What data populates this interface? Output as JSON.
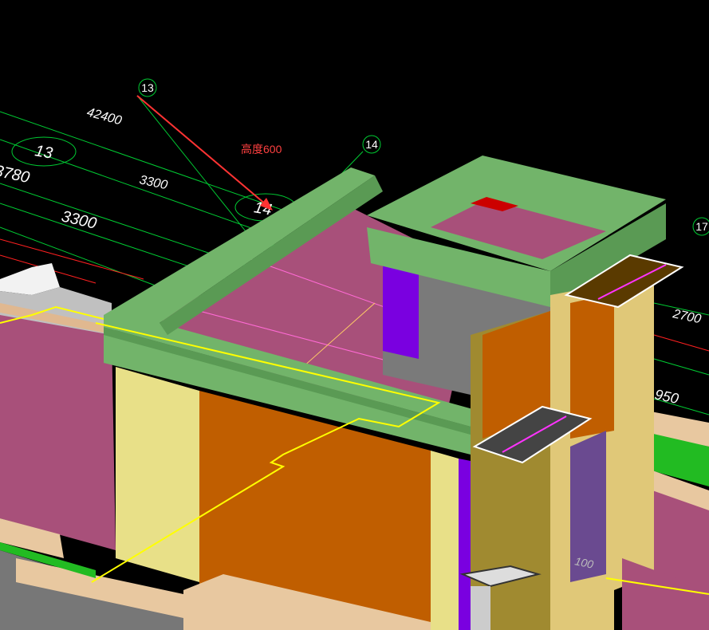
{
  "scene": {
    "annotation": {
      "text": "高度600",
      "color": "#ff4040"
    },
    "axis_markers": [
      {
        "label": "13"
      },
      {
        "label": "14"
      },
      {
        "label": "17"
      }
    ],
    "dimensions": {
      "total": "42400",
      "d_3780": "3780",
      "d_3300_a": "3300",
      "d_3300_b": "3300",
      "d_2700": "2700",
      "d_950": "950",
      "d_100": "100",
      "circled_13": "13",
      "circled_14": "14"
    },
    "colors": {
      "background": "#000000",
      "grid_line": "#00cc33",
      "axis_line": "#ff2020",
      "parapet": "#72b46a",
      "roof": "#a8507a",
      "wall_yellow": "#e8e088",
      "wall_orange": "#c05e00",
      "purple": "#7a00e0",
      "gray": "#7a7a7a",
      "outline": "#ffff00"
    }
  }
}
